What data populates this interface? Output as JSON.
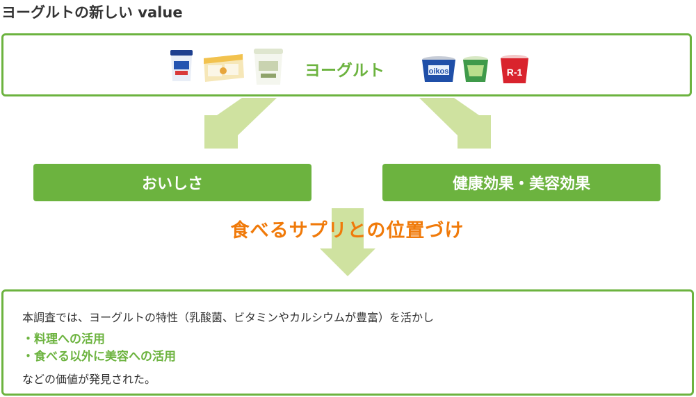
{
  "title": "ヨーグルトの新しい value",
  "top": {
    "label": "ヨーグルト",
    "product_cup_labels": [
      "R-1"
    ]
  },
  "boxes": {
    "left": "おいしさ",
    "right": "健康効果・美容効果"
  },
  "center": "食べるサプリとの位置づけ",
  "bottom": {
    "line1": "本調査では、ヨーグルトの特性（乳酸菌、ビタミンやカルシウムが豊富）を活かし",
    "bullets": [
      "・料理への活用",
      "・食べる以外に美容への活用"
    ],
    "closing": "などの価値が発見された。"
  },
  "colors": {
    "green": "#6cb33f",
    "light_green": "#cfe2a0",
    "orange": "#f07a0a",
    "text": "#333333"
  }
}
